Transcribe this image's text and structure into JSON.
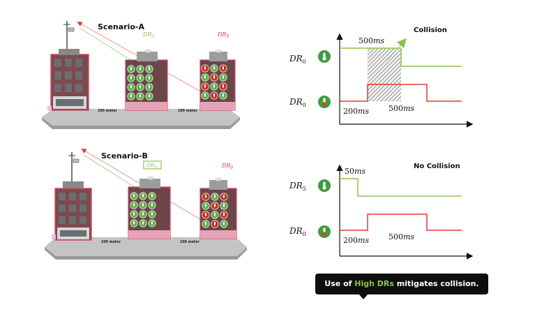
{
  "colors": {
    "green": "#8bc34a",
    "red": "#e53935",
    "callout_bg": "#0e0e0e",
    "window_green": "#5fb247",
    "window_red": "#c8321f"
  },
  "scenario_a": {
    "title": "Scenario-A",
    "label_green": "DR",
    "label_green_sub": "5",
    "label_red": "DR",
    "label_red_sub": "0",
    "distance_1": "200 meter",
    "distance_2": "200 meter",
    "chart": {
      "event_label": "Collision",
      "row1_label": "DR",
      "row1_sub": "0",
      "row2_label": "DR",
      "row2_sub": "0",
      "green_duration": "500",
      "red_start": "200",
      "red_duration": "500",
      "unit": "ms"
    }
  },
  "scenario_b": {
    "title": "Scenario-B",
    "label_green": "DR",
    "label_green_sub": "5",
    "label_red": "DR",
    "label_red_sub": "0",
    "distance_1": "200 meter",
    "distance_2": "200 meter",
    "chart": {
      "event_label": "No Collision",
      "row1_label": "DR",
      "row1_sub": "5",
      "row2_label": "DR",
      "row2_sub": "0",
      "green_duration": "50",
      "red_start": "200",
      "red_duration": "500",
      "unit": "ms"
    }
  },
  "callout": {
    "prefix": "Use of ",
    "highlight": "High DRs",
    "suffix": " mitigates collision."
  },
  "icons": [
    "gateway-antenna-icon",
    "thermometer-icon",
    "hot-thermometer-icon"
  ]
}
